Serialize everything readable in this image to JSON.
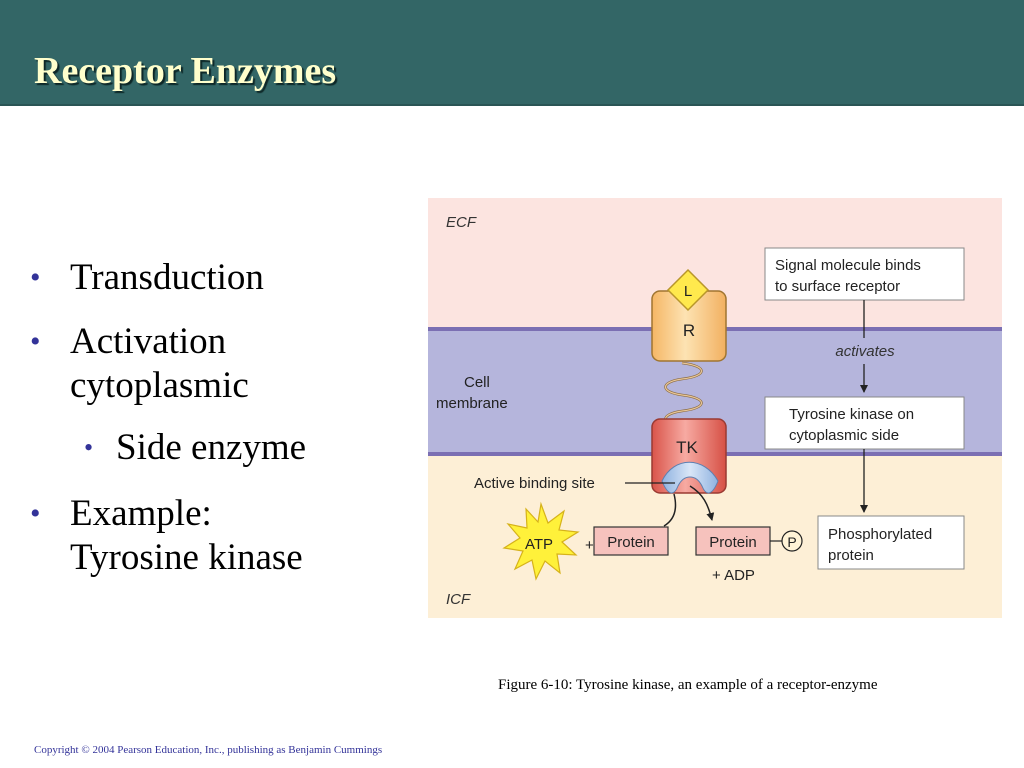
{
  "slide": {
    "title": "Receptor Enzymes",
    "bullets": [
      {
        "level": 1,
        "lines": [
          "Transduction"
        ]
      },
      {
        "level": 1,
        "lines": [
          "Activation",
          "cytoplasmic"
        ]
      },
      {
        "level": 2,
        "lines": [
          "Side enzyme"
        ]
      },
      {
        "level": 1,
        "lines": [
          "Example:",
          "Tyrosine kinase"
        ]
      }
    ],
    "bullet_glyph": "•",
    "caption": "Figure 6-10: Tyrosine kinase, an example of a receptor-enzyme",
    "copyright": "Copyright © 2004 Pearson Education, Inc., publishing as Benjamin Cummings"
  },
  "diagram": {
    "ecf_label": "ECF",
    "icf_label": "ICF",
    "membrane_label_line1": "Cell",
    "membrane_label_line2": "membrane",
    "ligand_label": "L",
    "receptor_label": "R",
    "kinase_label": "TK",
    "active_site_label": "Active binding site",
    "atp_label": "ATP",
    "plus_sign": "+",
    "protein_label": "Protein",
    "phospho_protein_label": "Protein",
    "phosphate_label": "P",
    "adp_label": "+ ADP",
    "step1_line1": "Signal molecule binds",
    "step1_line2": "to surface receptor",
    "activates_label": "activates",
    "step2_line1": "Tyrosine kinase on",
    "step2_line2": "cytoplasmic side",
    "step3_line1": "Phosphorylated",
    "step3_line2": "protein",
    "colors": {
      "title_bar": "#336666",
      "title_text": "#ffffcc",
      "ecf_bg": "#fce4e0",
      "membrane_bg": "#b5b5dc",
      "icf_bg": "#fdefd6",
      "receptor_fill": "#fbd394",
      "kinase_fill": "#e8766c",
      "ligand_fill": "#ffe94d",
      "atp_fill": "#fff13a",
      "protein_fill": "#f6c2bd",
      "bullet": "#333399"
    }
  }
}
